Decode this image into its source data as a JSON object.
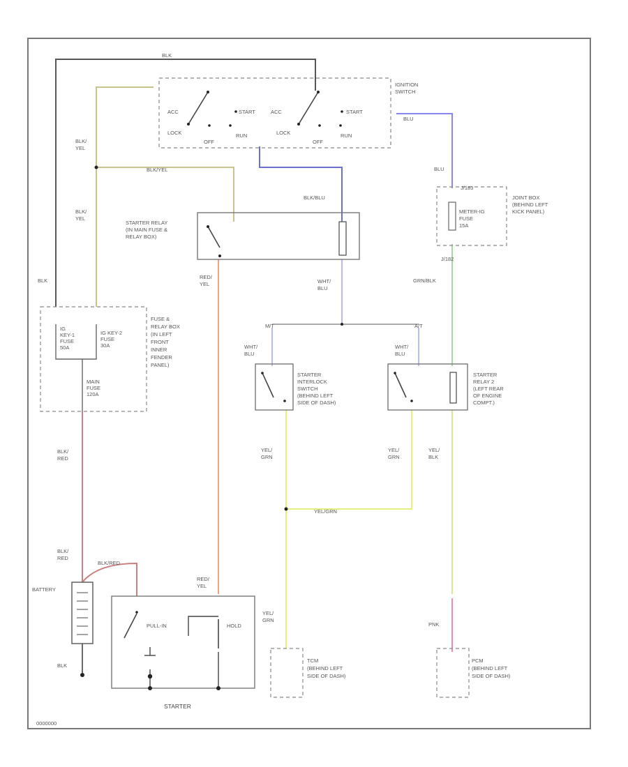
{
  "colors": {
    "blk": "#555555",
    "blk_yel": "#c6c48a",
    "blk_blu": "#6b6fcf",
    "blu": "#8a86ef",
    "red_yel": "#f4a27e",
    "blk_red": "#c98080",
    "yel_grn": "#e6f07a",
    "grn_blk": "#a8d8a0",
    "pnk": "#f08cb0",
    "wht_blu": "#b9b9f5"
  },
  "wire_labels": {
    "blk_top": "BLK",
    "blk_yel_top": "BLK/\nYEL",
    "blk_yel_mid": "BLK/YEL",
    "blk_yel_left": "BLK/\nYEL",
    "blk_left": "BLK",
    "blk_blu": "BLK/BLU",
    "blu_top": "BLU",
    "blu_right": "BLU",
    "red_yel_top": "RED/\nYEL",
    "red_yel_bottom": "RED/\nYEL",
    "wht_blu_mid": "WHT/\nBLU",
    "wht_blu_left": "WHT/\nBLU",
    "wht_blu_right": "WHT/\nBLU",
    "grn_blk": "GRN/BLK",
    "blk_red_top": "BLK/\nRED",
    "blk_red_bottom": "BLK/\nRED",
    "blk_red_short": "BLK/RED",
    "yel_grn_left": "YEL/\nGRN",
    "yel_grn_mid": "YEL/\nGRN",
    "yel_grn_join": "YEL/GRN",
    "yel_grn_bottom": "YEL/\nGRN",
    "yel_blk": "YEL/\nBLK",
    "pnk": "PNK",
    "blk_ground": "BLK"
  },
  "components": {
    "ignition_switch": "IGNITION\nSWITCH",
    "ign_positions": [
      "ACC",
      "START",
      "LOCK",
      "OFF",
      "RUN"
    ],
    "starter_relay": "STARTER RELAY\n(IN MAIN FUSE &\nRELAY BOX)",
    "joint_box": "JOINT BOX\n(BEHIND LEFT\nKICK PANEL)",
    "joint_connector_top": "J/183",
    "joint_connector_bottom": "J/182",
    "meter_fuse": "METER-IG\nFUSE\n15A",
    "fuse_relay_box": "FUSE &\nRELAY BOX\n(IN LEFT\nFRONT\nINNER\nFENDER\nPANEL)",
    "fuse_key1": "IG\nKEY-1\nFUSE\n50A",
    "fuse_key2": "IG KEY-2\nFUSE\n30A",
    "main_fuse": "MAIN\nFUSE\n120A",
    "interlock_switch": "STARTER\nINTERLOCK\nSWITCH\n(BEHIND LEFT\nSIDE OF DASH)",
    "starter_relay_2": "STARTER\nRELAY 2\n(LEFT REAR\nOF ENGINE\nCOMPT.)",
    "battery": "BATTERY",
    "starter": "STARTER",
    "pull_in": "PULL-IN",
    "hold": "HOLD",
    "tcm": "TCM\n(BEHIND LEFT\nSIDE OF DASH)",
    "pcm": "PCM\n(BEHIND LEFT\nSIDE OF DASH)",
    "mt_label": "M/T",
    "at_label": "A/T",
    "footer_code": "0000000"
  }
}
